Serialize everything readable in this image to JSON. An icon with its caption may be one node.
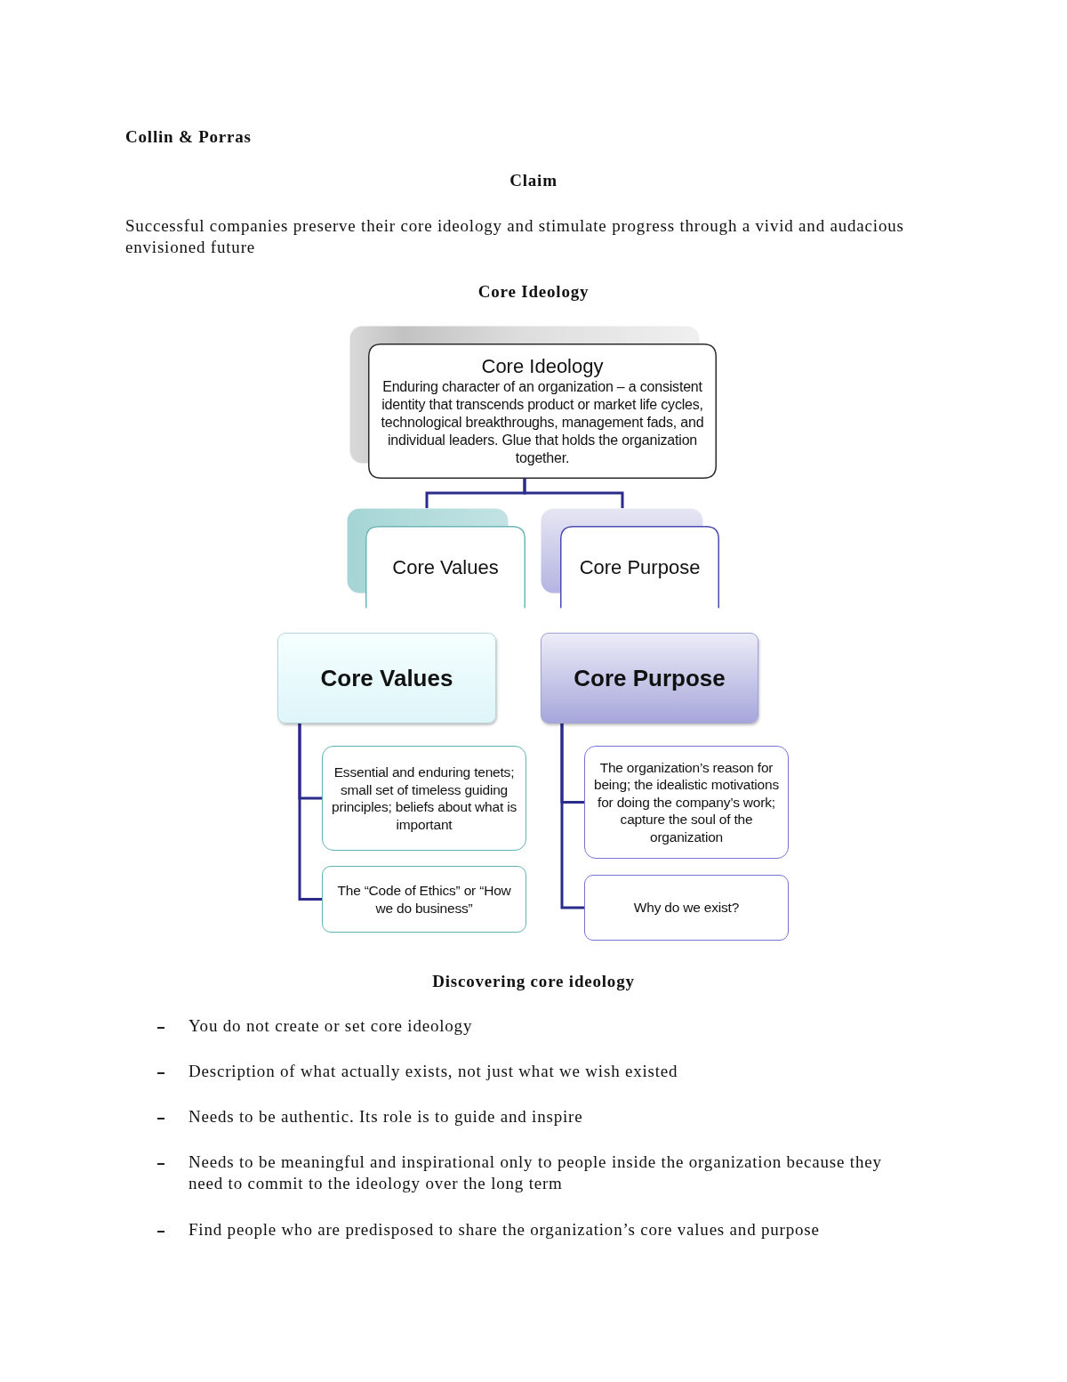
{
  "diagram": {
    "title": "Collin & Porras",
    "nodes": [
      {
        "text": [
          "Core Ideology",
          "Enduring character of an organization – a consistent identity that transcends product or market life cycles, technological breakthroughs, management fads, and individual leaders. Glue that holds the organization together."
        ]
      },
      {
        "text": [
          "Core Values"
        ]
      },
      {
        "text": [
          "Core Purpose"
        ]
      },
      {
        "text": [
          "Core Values"
        ]
      },
      {
        "text": [
          "Essential and enduring tenets; small set of timeless guiding principles; beliefs about what is important"
        ]
      },
      {
        "text": [
          "The “Code of Ethics” or “How we do business”"
        ]
      },
      {
        "text": [
          "Core Purpose"
        ]
      },
      {
        "text": [
          "The organization’s reason for being; the idealistic motivations for doing the company’s work; capture the soul of the organization"
        ]
      },
      {
        "text": [
          "Why do we exist?"
        ]
      }
    ],
    "edges": [
      {
        "from": 0,
        "to": 1,
        "arrow": "none"
      },
      {
        "from": 0,
        "to": 2,
        "arrow": "none"
      },
      {
        "from": 3,
        "to": 4,
        "arrow": "none"
      },
      {
        "from": 3,
        "to": 5,
        "arrow": "none"
      },
      {
        "from": 6,
        "to": 7,
        "arrow": "none"
      },
      {
        "from": 6,
        "to": 8,
        "arrow": "none"
      }
    ],
    "labels": [
      "Claim",
      "Successful companies preserve their core ideology and stimulate progress through a vivid and audacious envisioned future",
      "Core Ideology",
      "Discovering core ideology",
      "You do not create or set core ideology",
      "Description of what actually exists, not just what we wish existed",
      "Needs to be authentic. Its role is to guide and inspire",
      "Needs to be meaningful and inspirational only to people inside the organization because they need to commit to the ideology over the long term",
      "Find people who are predisposed to share the organization’s core values and purpose"
    ]
  }
}
